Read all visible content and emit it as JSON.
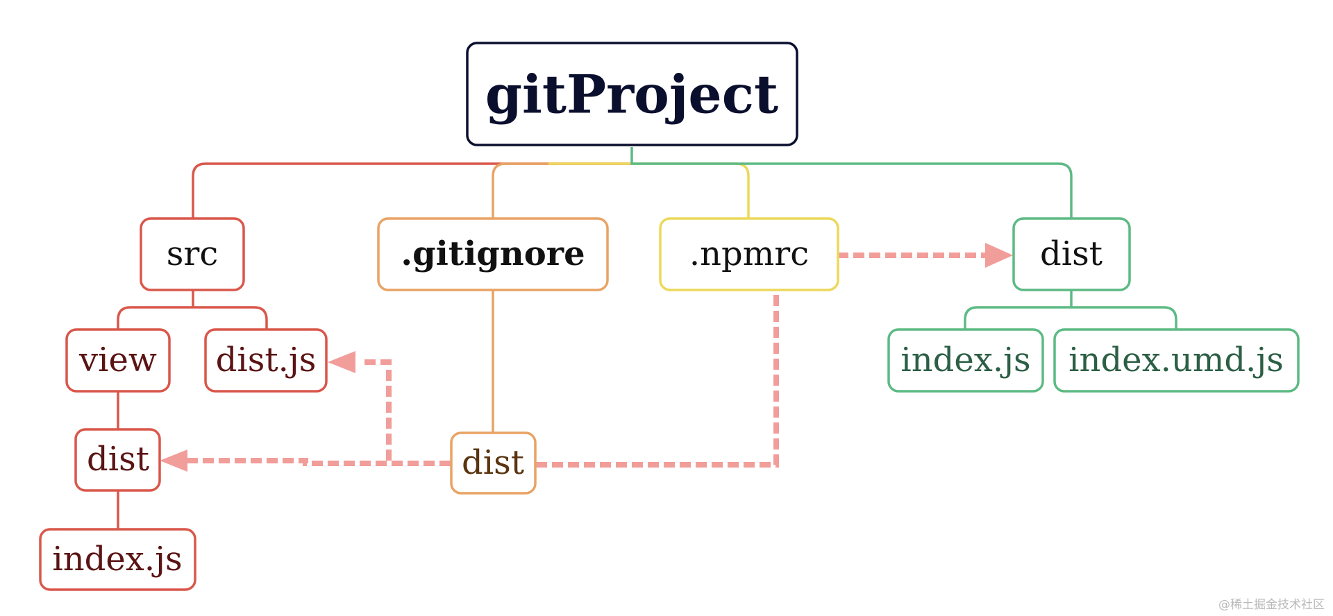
{
  "colors": {
    "root": "#0b0f2e",
    "src": "#d9574a",
    "gitignore": "#e8a365",
    "npmrc": "#ecd85a",
    "dist": "#5dba84",
    "arrow": "#f19d9a",
    "text_src": "#5b1414",
    "text_gitignore_child": "#5a3410",
    "text_dist": "#2c5f45"
  },
  "nodes": {
    "root": {
      "label": "gitProject"
    },
    "src": {
      "label": "src"
    },
    "gitignore": {
      "label": ".gitignore"
    },
    "npmrc": {
      "label": ".npmrc"
    },
    "dist": {
      "label": "dist"
    },
    "view": {
      "label": "view"
    },
    "src_dist_js": {
      "label": "dist.js"
    },
    "view_dist": {
      "label": "dist"
    },
    "view_dist_index": {
      "label": "index.js"
    },
    "gitignore_dist": {
      "label": "dist"
    },
    "dist_index": {
      "label": "index.js"
    },
    "dist_index_umd": {
      "label": "index.umd.js"
    }
  },
  "watermark": "@稀土掘金技术社区"
}
